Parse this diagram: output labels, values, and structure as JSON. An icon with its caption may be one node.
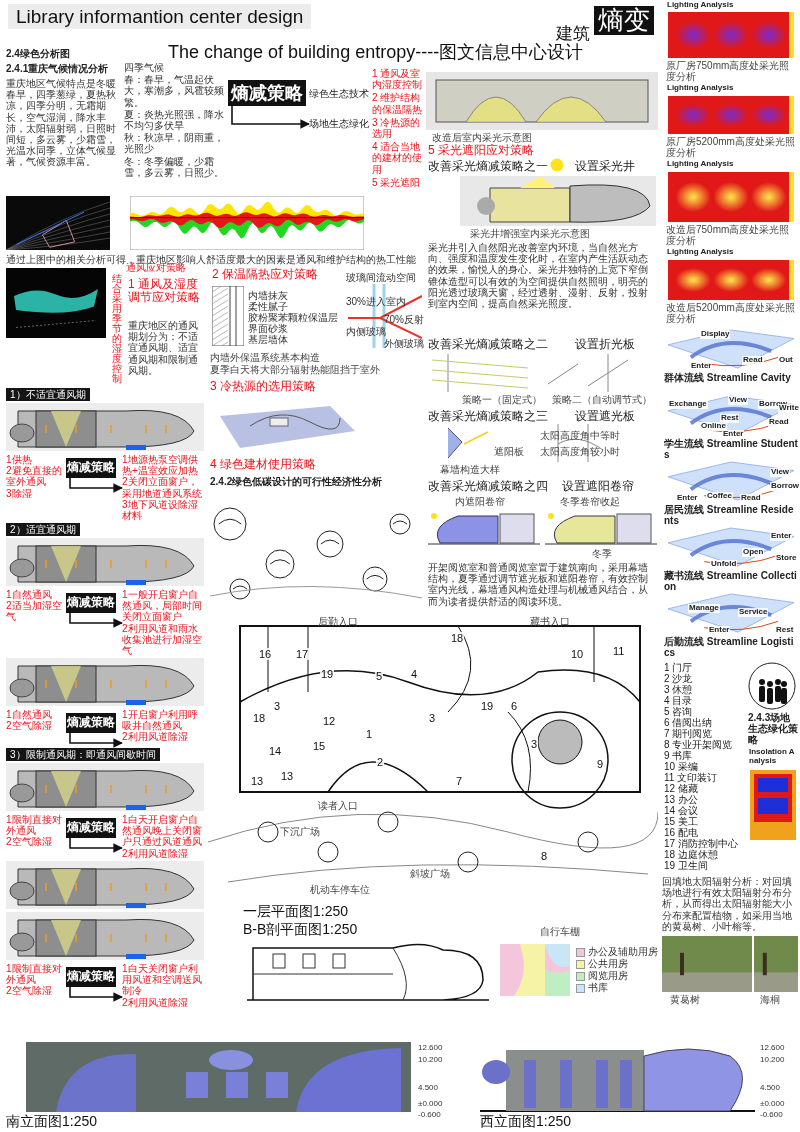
{
  "diagram": {
    "title": "Library informantion center design",
    "nodes": [
      {
        "text": [
          "熵减策略"
        ]
      },
      {
        "text": [
          "绿色生态技术"
        ]
      },
      {
        "text": [
          "场地生态绿化"
        ]
      },
      {
        "text": [
          "1供热",
          "2避免直接的室外通风",
          "3除湿"
        ]
      },
      {
        "text": [
          "熵减策略"
        ]
      },
      {
        "text": [
          "1地源热泵空调供热+温室效应加热",
          "2关闭立面窗户，采用地道通风系统",
          "3地下风道设除湿材料"
        ]
      },
      {
        "text": [
          "1自然通风",
          "2适当加湿空气"
        ]
      },
      {
        "text": [
          "熵减策略"
        ]
      },
      {
        "text": [
          "1一般开启窗户自然通风，局部时间关闭立面窗户",
          "2利用风道和雨水收集池进行加湿空气"
        ]
      },
      {
        "text": [
          "1自然通风",
          "2空气除湿"
        ]
      },
      {
        "text": [
          "熵减策略"
        ]
      },
      {
        "text": [
          "1开启窗户利用呼吸井自然通风",
          "2利用风道除湿"
        ]
      },
      {
        "text": [
          "1限制直接对外通风",
          "2空气除湿"
        ]
      },
      {
        "text": [
          "熵减策略"
        ]
      },
      {
        "text": [
          "1白天开启窗户自然通风晚上关闭窗户只通过风道通风",
          "2利用风道除湿"
        ]
      },
      {
        "text": [
          "1限制直接对外通风",
          "2空气除湿"
        ]
      },
      {
        "text": [
          "熵减策略"
        ]
      },
      {
        "text": [
          "1白天关闭窗户利用风道和空调送风制冷",
          "2利用风道除湿"
        ]
      }
    ],
    "edges": [
      {
        "from": 0,
        "to": 2,
        "arrow": "to"
      },
      {
        "from": 4,
        "to": 5,
        "arrow": "to"
      },
      {
        "from": 7,
        "to": 8,
        "arrow": "to"
      },
      {
        "from": 10,
        "to": 11,
        "arrow": "to"
      },
      {
        "from": 13,
        "to": 14,
        "arrow": "to"
      },
      {
        "from": 16,
        "to": 17,
        "arrow": "to"
      }
    ],
    "labels": [
      "建筑",
      "熵变",
      "The change of building entropy----图文信息中心设计",
      "2.4绿色分析图",
      "2.4.1重庆气候情况分析",
      "重庆地区气候特点是冬暖春早，四季葱绿，夏热秋凉，四季分明，无霜期长，空气湿润，降水丰沛，太阳辐射弱，日照时间短，多云雾，少霜雪，光温水同季，立体气候显著，气候资源丰富。",
      "四季气候",
      "春：春早，气温起伏大，寒潮多，风雹较频繁。",
      "夏：炎热光照强，降水不均匀多伏旱",
      "秋：秋凉早，阴雨重，光照少",
      "冬：冬季偏暖，少霜雪，多云雾，日照少。",
      "1 通风及室内湿度控制",
      "2 维护结构的保温隔热",
      "3 冷热源的选用",
      "4 适合当地的建材的使用",
      "5 采光遮阳",
      "通过上图中的相关分析可得，重庆地区影响人舒适度最大的因素是通风和维护结构的热工性能",
      "通风应对策略",
      "结合采用季节的湿度控制",
      "1 通风及湿度调节应对策略",
      "重庆地区的通风期划分为：不适宜通风期、适宜通风期和限制通风期。",
      "1）不适宜通风期",
      "2）适宜通风期",
      "3）限制通风期：即通风间歇时间",
      "2 保温隔热应对策略",
      "内墙抹灰",
      "柔性腻子",
      "胶粉聚苯颗粒保温层",
      "界面砂浆",
      "基层墙体",
      "玻璃间流动空间",
      "30%进入室内",
      "70%反射",
      "内侧玻璃",
      "外侧玻璃",
      "内墙外保温系统基本构造",
      "夏季白天将大部分辐射热能阻挡于室外",
      "3 冷热源的选用策略",
      "4 绿色建材使用策略",
      "2.4.2绿色低碳设计的可行性经济性分析",
      "改造后室内采光示意图",
      "5 采光遮阳应对策略",
      "改善采光熵减策略之一",
      "设置采光井",
      "采光井增强室内采光示意图",
      "采光井引入自然阳光改善室内环境，当自然光方向、强度和温度发生变化时，在室内产生活跃动态的效果，愉悦人的身心。采光井独特的上宽下窄倒锥体造型可以有效的为空间提供自然照明，明亮的阳光透过玻璃天窗，经过透射、漫射、反射，投射到室内空间，提高自然采光照度。",
      "改善采光熵减策略之二",
      "设置折光板",
      "策略一（固定式）",
      "策略二（自动调节式）",
      "改善采光熵减策略之三",
      "设置遮光板",
      "遮阳板",
      "太阳高度角中等时",
      "太阳高度角较小时",
      "幕墙构造大样",
      "改善采光熵减策略之四",
      "设置遮阳卷帘",
      "内遮阳卷帘",
      "冬季卷帘收起",
      "冬季",
      "开架阅览室和普通阅览室置于建筑南向，采用幕墙结构，夏季通过调节遮光板和遮阳卷帘，有效控制室内光线，幕墙通风构造处理与机械通风结合，从而为读者提供舒适的阅读环境。",
      "Lighting Analysis",
      "原厂房750mm高度处采光照度分析",
      "Lighting Analysis",
      "原厂房5200mm高度处采光照度分析",
      "Lighting Analysis",
      "改造后750mm高度处采光照度分析",
      "Lighting Analysis",
      "改造后5200mm高度处采光照度分析",
      "Display",
      "Read",
      "Out",
      "Enter",
      "群体流线 Streamline Cavity",
      "Exchange",
      "View",
      "Borrow",
      "Write",
      "Rest",
      "Online",
      "Read",
      "Enter",
      "学生流线 Streamline Students",
      "Enter",
      "Coffee",
      "Read",
      "View",
      "Borrow",
      "居民流线 Streamline Residents",
      "Enter",
      "Open",
      "Store",
      "Unfold",
      "藏书流线 Streamline Collection",
      "Manage",
      "Service",
      "Enter",
      "Rest",
      "后勤流线 Streamline Logistics",
      "1 门厅",
      "2 沙龙",
      "3 休憩",
      "4 目录",
      "5 咨询",
      "6 借阅出纳",
      "7 期刊阅览",
      "8 专业开架阅览",
      "9 书库",
      "10 采编",
      "11 文印装订",
      "12 储藏",
      "13 办公",
      "14 会议",
      "15 美工",
      "16 配电",
      "17 消防控制中心",
      "18 边庭休憩",
      "19 卫生间",
      "2.4.3场地生态绿化策略",
      "Insolation Analysis",
      "回填地太阳辐射分析：对回填场地进行有效太阳辐射分布分析，从而得出太阳辐射能大小分布来配置植物，如采用当地的黄葛树、小叶榕等。",
      "黄葛树",
      "海桐",
      "后勤入口",
      "藏书入口",
      "16",
      "17",
      "19",
      "5",
      "3",
      "18",
      "12",
      "15",
      "14",
      "1",
      "2",
      "13",
      "13",
      "18",
      "10",
      "11",
      "4",
      "19",
      "6",
      "3",
      "3",
      "9",
      "7",
      "8",
      "读者入口",
      "下沉广场",
      "斜坡广场",
      "机动车停车位",
      "自行车棚",
      "一层平面图1:250",
      "B-B剖平面图1:250",
      "南立面图1:250",
      "西立面图1:250",
      "12.600",
      "10.200",
      "4.500",
      "±0.000",
      "-0.600",
      "12.600",
      "10.200",
      "4.500",
      "±0.000",
      "-0.600"
    ],
    "legend": [
      {
        "text": "办公及辅助用房",
        "color": "#f4c6dc"
      },
      {
        "text": "公共用房",
        "color": "#f7f3a6"
      },
      {
        "text": "阅览用房",
        "color": "#bfeec3"
      },
      {
        "text": "书库",
        "color": "#c8e6f5"
      }
    ]
  }
}
